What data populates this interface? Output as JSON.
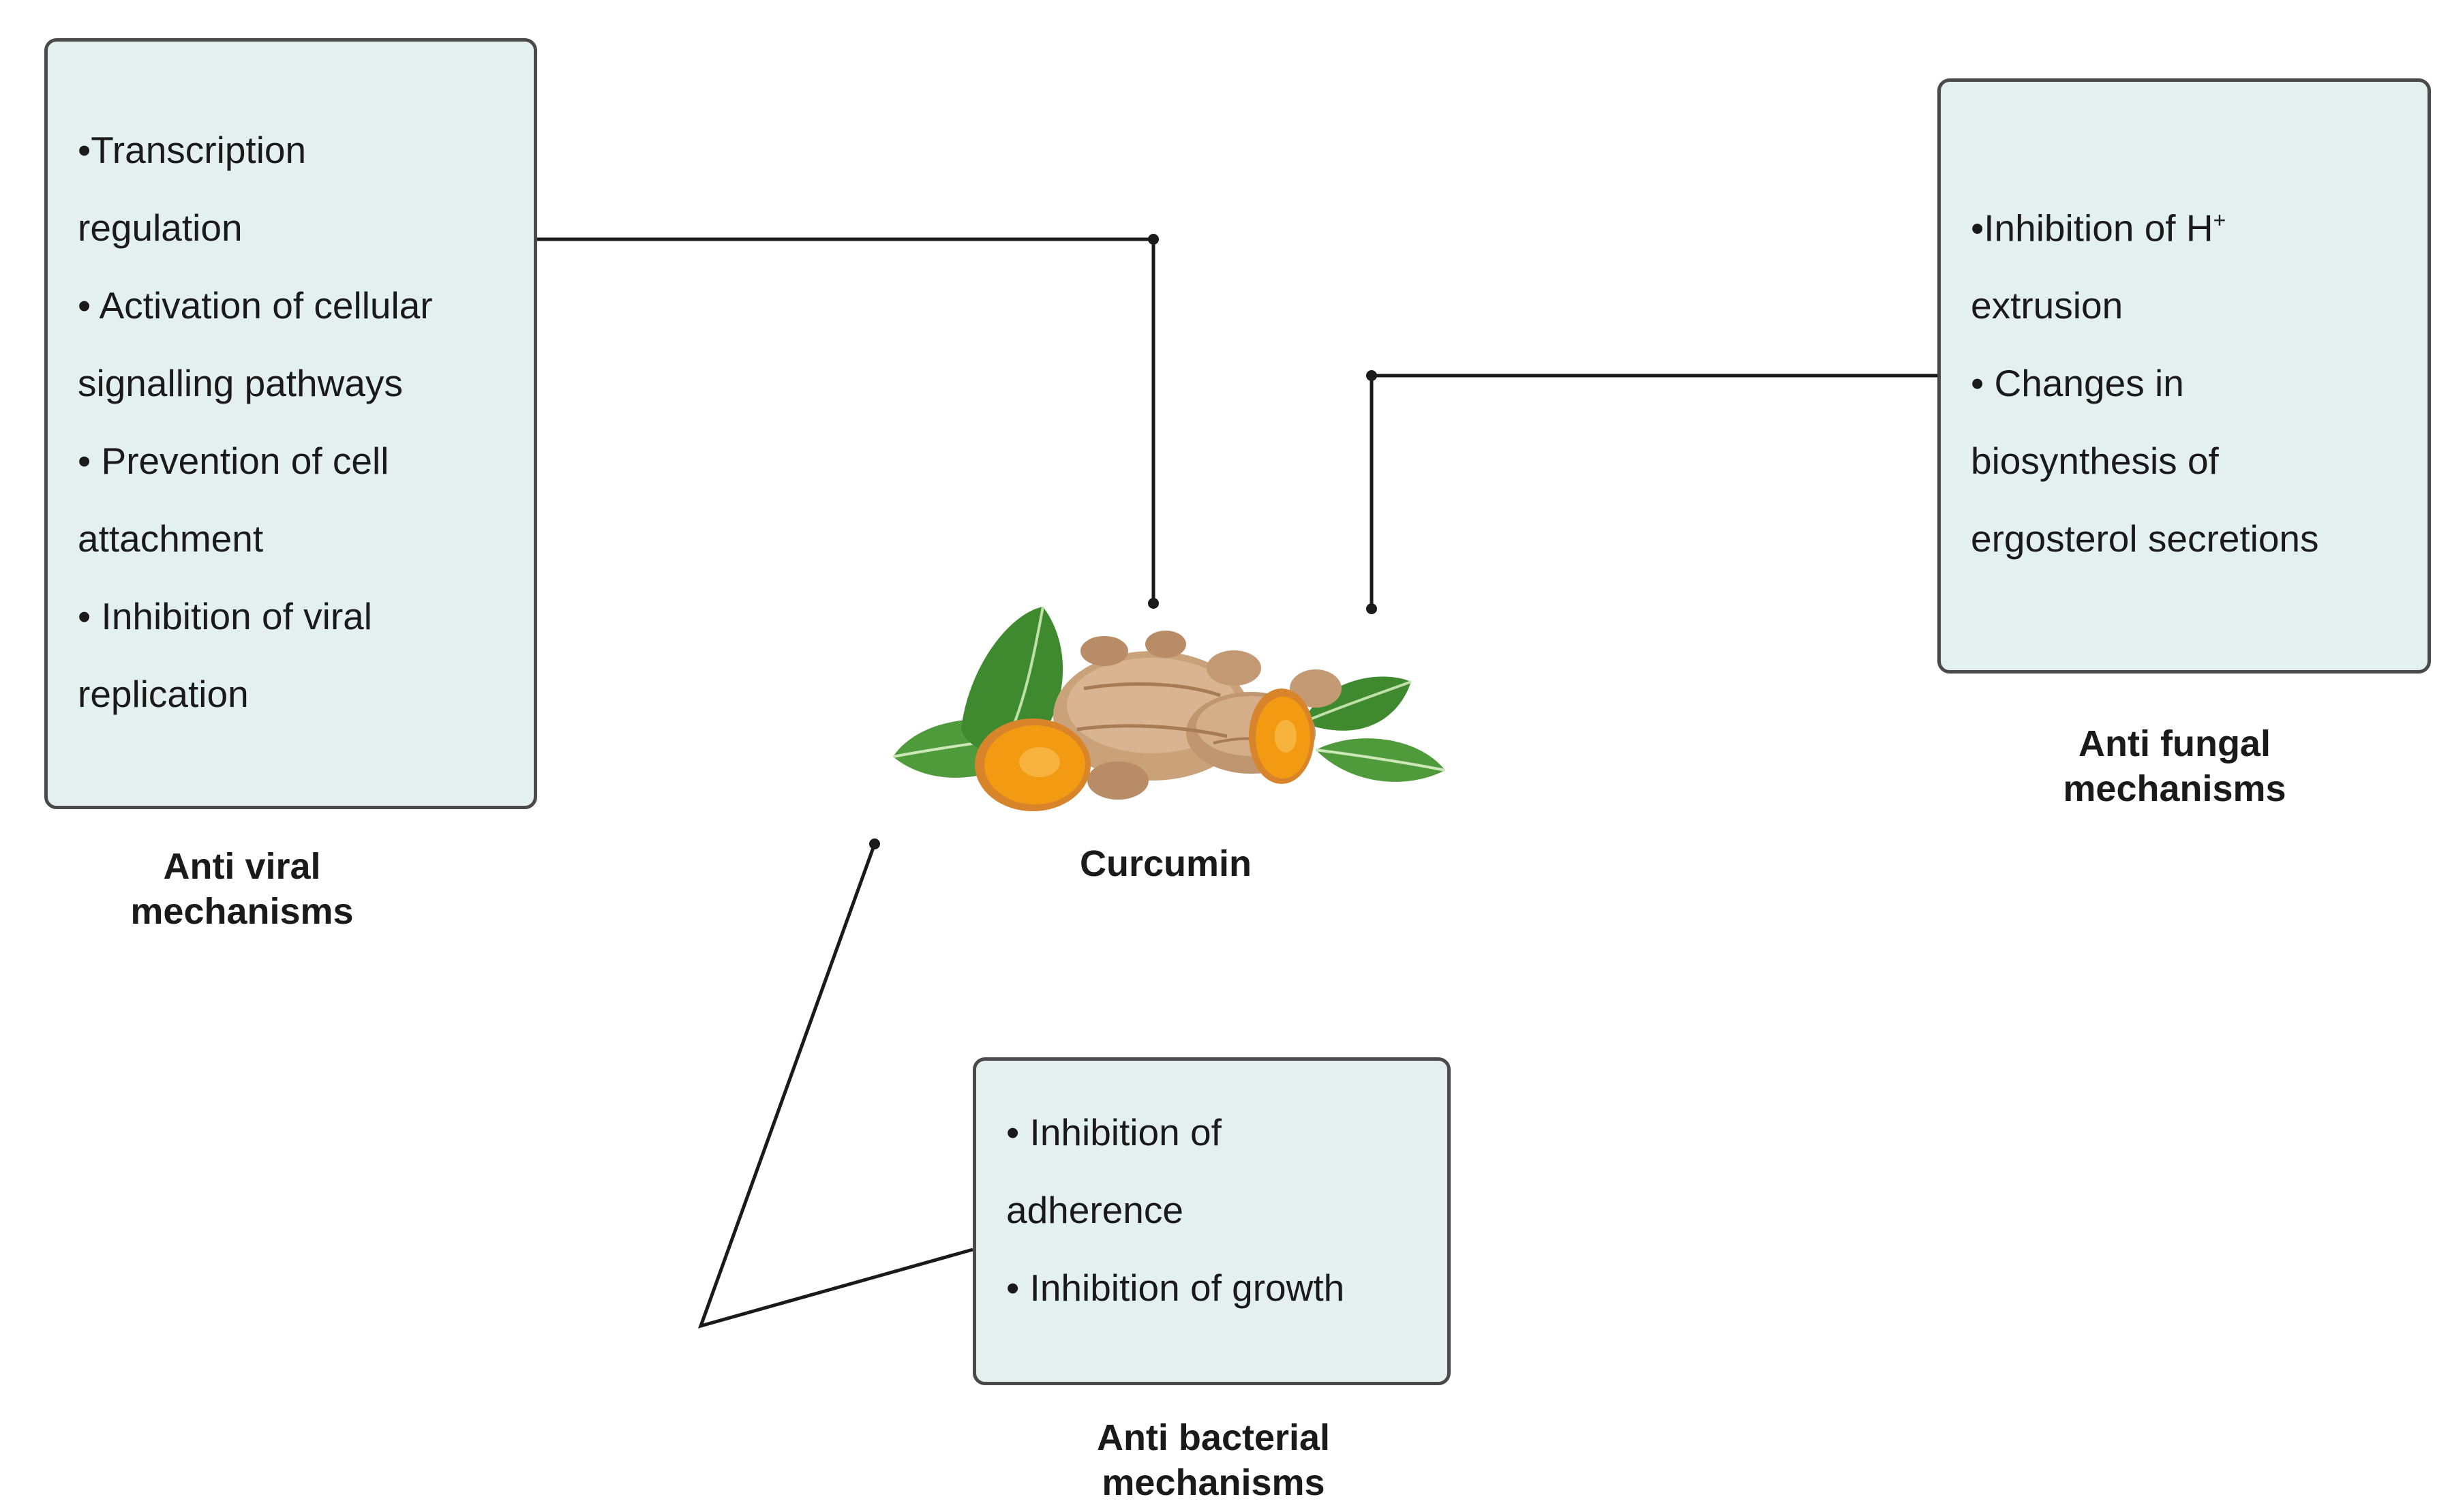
{
  "center": {
    "label": "Curcumin",
    "image": "turmeric-root-with-leaves"
  },
  "antiviral": {
    "lines": [
      "•Transcription",
      "regulation",
      "• Activation of cellular",
      "signalling pathways",
      "• Prevention of cell",
      "attachment",
      "• Inhibition of viral",
      "replication"
    ],
    "caption_l1": "Anti viral",
    "caption_l2": "mechanisms"
  },
  "antifungal": {
    "line1_text": "•Inhibition of H",
    "line1_sup": "+",
    "lines": [
      "extrusion",
      "• Changes in",
      "biosynthesis of",
      "ergosterol secretions"
    ],
    "caption_l1": "Anti fungal",
    "caption_l2": "mechanisms"
  },
  "antibacterial": {
    "lines": [
      "• Inhibition of",
      "adherence",
      "• Inhibition of growth"
    ],
    "caption_l1": "Anti bacterial",
    "caption_l2": "mechanisms"
  },
  "colors": {
    "box_fill": "#e4f0ee",
    "box_border": "#4a4a4a",
    "connector": "#1a1a1a",
    "turmeric_flesh": "#f29a12",
    "turmeric_skin": "#c9a27a",
    "leaf": "#3f8a2e"
  }
}
